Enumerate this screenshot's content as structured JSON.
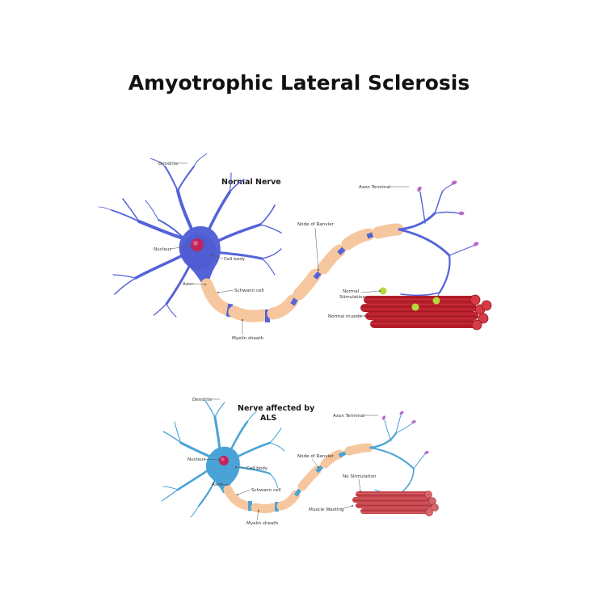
{
  "title": "Amyotrophic Lateral Sclerosis",
  "normal": {
    "heading": "Normal Nerve",
    "labels": {
      "dendrite": "Dendrite",
      "nucleus": "Nucleus",
      "cell_body": "Cell body",
      "axon": "Axon",
      "schwann_cell": "Schwann cell",
      "myelin_sheath": "Myelin sheath",
      "node_of_ranvier": "Node of Ranvier",
      "axon_terminal": "Axon Terminal",
      "stimulation_line1": "Normal",
      "stimulation_line2": "Stimulation",
      "muscle": "Normal muscle"
    }
  },
  "als": {
    "heading_line1": "Nerve affected by",
    "heading_line2": "ALS",
    "labels": {
      "dendrite": "Dendrite",
      "nucleus": "Nucleus",
      "cell_body": "Cell body",
      "axon": "Axon",
      "schwann_cell": "Schwann cell",
      "myelin_sheath": "Myelin sheath",
      "node_of_ranvier": "Node of Ranvier",
      "axon_terminal": "Axon Terminal",
      "stimulation": "No Stimulation",
      "muscle": "Muscle Wasting"
    }
  },
  "colors": {
    "normal_neuron": "#5563d8",
    "als_neuron": "#4aa3d6",
    "myelin": "#f6c79e",
    "nucleus": "#c0245a",
    "muscle": "#c0242e",
    "stimulation": "#b6d93a",
    "terminal_bulb": "#b76ac9"
  }
}
